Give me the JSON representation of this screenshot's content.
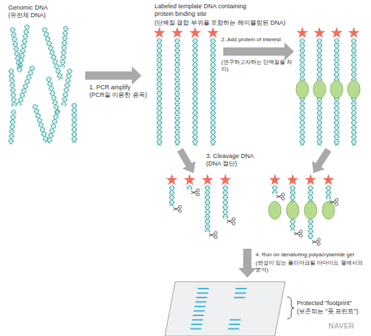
{
  "diagram": {
    "labels": [
      "Genomic DNA",
      "(유전체 DNA)",
      "Labeled template DNA containing protein binding site",
      "(단백질 결합 부위를 포함하는 레이블링된 DNA)",
      "1. PCR amplify",
      "(PCR을 이용한 증폭)",
      "2. Add protein of interest",
      "(연구하고자하는 단백질을 처리)",
      "3. Cleavage DNA",
      "(DNA 절단)",
      "4. Run on denaturing polyacrylamide gel",
      "(변성이 있는 폴리아크릴 아마이드 젤에서의 분석)",
      "Protected \"footprint\"",
      "(보존되는 \"풋 프린트\")",
      "NAVER"
    ]
  }
}
